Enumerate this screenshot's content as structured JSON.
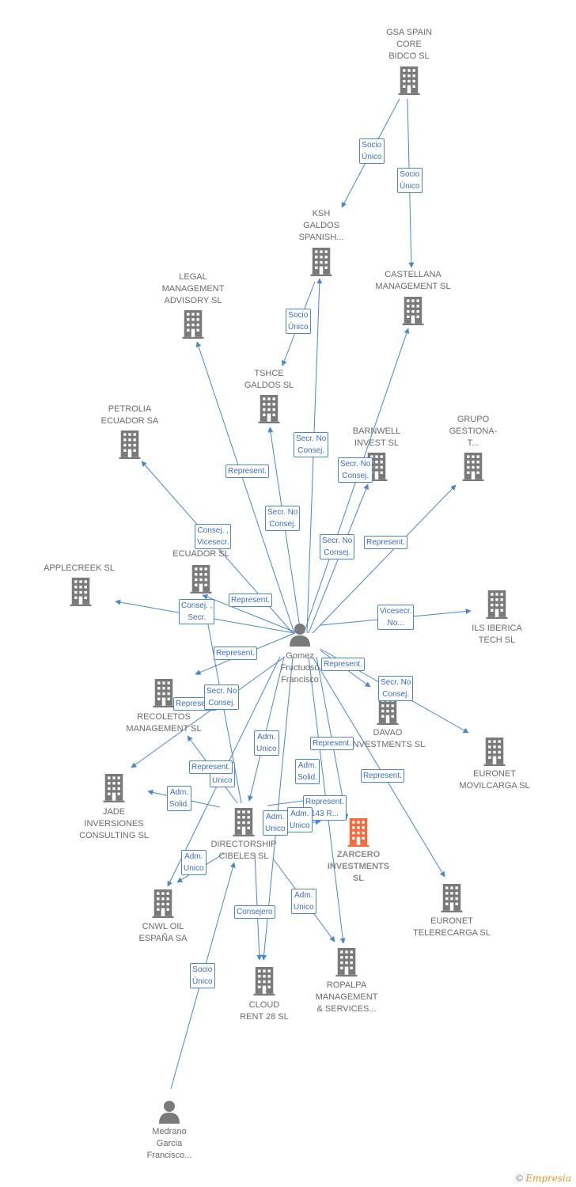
{
  "nodes": {
    "gsa": {
      "label": "GSA SPAIN\nCORE\nBIDCO  SL",
      "kind": "company"
    },
    "ksh": {
      "label": "KSH\nGALDOS\nSPANISH...",
      "kind": "company"
    },
    "castellana": {
      "label": "CASTELLANA\nMANAGEMENT SL",
      "kind": "company"
    },
    "legal": {
      "label": "LEGAL\nMANAGEMENT\nADVISORY  SL",
      "kind": "company"
    },
    "tshce": {
      "label": "TSHCE\nGALDOS  SL",
      "kind": "company"
    },
    "petrolia": {
      "label": "PETROLIA\nECUADOR SA",
      "kind": "company"
    },
    "barnwell": {
      "label": "BARNWELL\nINVEST  SL",
      "kind": "company"
    },
    "grupo": {
      "label": "GRUPO\nGESTIONA-\nT...",
      "kind": "company"
    },
    "ecuador": {
      "label": "ECUADOR  SL",
      "kind": "company"
    },
    "applecreek": {
      "label": "APPLECREEK SL",
      "kind": "company"
    },
    "ils": {
      "label": "ILS IBERICA\nTECH  SL",
      "kind": "company"
    },
    "gomez": {
      "label": "Gomez\nFructuoso\nFrancisco",
      "kind": "person"
    },
    "recoletos": {
      "label": "RECOLETOS\nMANAGEMENT SL",
      "kind": "company"
    },
    "davao": {
      "label": "DAVAO\nINVESTMENTS SL",
      "kind": "company"
    },
    "euronet_movil": {
      "label": "EURONET\nMOVILCARGA SL",
      "kind": "company"
    },
    "jade": {
      "label": "JADE\nINVERSIONES\nCONSULTING SL",
      "kind": "company"
    },
    "directorship": {
      "label": "DIRECTORSHIP\nCIBELES SL",
      "kind": "company"
    },
    "zarcero": {
      "label": "ZARCERO\nINVESTMENTS\nSL",
      "kind": "focus"
    },
    "euronet_tele": {
      "label": "EURONET\nTELERECARGA SL",
      "kind": "company"
    },
    "cnwl": {
      "label": "CNWL OIL\nESPAÑA SA",
      "kind": "company"
    },
    "cloud": {
      "label": "CLOUD\nRENT 28  SL",
      "kind": "company"
    },
    "ropalpa": {
      "label": "ROPALPA\nMANAGEMENT\n& SERVICES...",
      "kind": "company"
    },
    "medrano": {
      "label": "Medrano\nGarcia\nFrancisco...",
      "kind": "person"
    }
  },
  "edges": [
    {
      "from": "gsa",
      "to": "ksh",
      "label": "Socio\nÚnico"
    },
    {
      "from": "gsa",
      "to": "castellana",
      "label": "Socio\nÚnico"
    },
    {
      "from": "ksh",
      "to": "tshce",
      "label": "Socio\nÚnico"
    },
    {
      "from": "gomez",
      "to": "ksh",
      "label": "Secr.  No\nConsej."
    },
    {
      "from": "gomez",
      "to": "legal",
      "label": "Represent."
    },
    {
      "from": "gomez",
      "to": "tshce",
      "label": "Secr.  No\nConsej."
    },
    {
      "from": "gomez",
      "to": "barnwell",
      "label": "Secr.  No\nConsej."
    },
    {
      "from": "gomez",
      "to": "castellana",
      "label": "Secr.  No\nConsej."
    },
    {
      "from": "gomez",
      "to": "grupo",
      "label": "Represent."
    },
    {
      "from": "gomez",
      "to": "petrolia",
      "label": "Consej. ,\nVicesecr."
    },
    {
      "from": "gomez",
      "to": "ecuador",
      "label": "Represent."
    },
    {
      "from": "gomez",
      "to": "applecreek",
      "label": "Consej. ,\nSecr."
    },
    {
      "from": "gomez",
      "to": "ils",
      "label": "Vicesecr.\nNo..."
    },
    {
      "from": "gomez",
      "to": "recoletos",
      "label": "Represent."
    },
    {
      "from": "gomez",
      "to": "davao",
      "label": "Represent."
    },
    {
      "from": "gomez",
      "to": "euronet_movil",
      "label": "Secr.  No\nConsej."
    },
    {
      "from": "gomez",
      "to": "jade",
      "label": "Represent."
    },
    {
      "from": "gomez",
      "to": "directorship",
      "label": "Adm.\nUnico"
    },
    {
      "from": "gomez",
      "to": "zarcero",
      "label": "Represent."
    },
    {
      "from": "gomez",
      "to": "euronet_tele",
      "label": "Secr.  No\nConsej."
    },
    {
      "from": "gomez",
      "to": "cnwl",
      "label": "Adm.\nSolid."
    },
    {
      "from": "gomez",
      "to": "cloud",
      "label": "Adm.\nUnico"
    },
    {
      "from": "gomez",
      "to": "ropalpa",
      "label": "Represent."
    },
    {
      "from": "directorship",
      "to": "ecuador",
      "label": "Adm.\nSolid."
    },
    {
      "from": "directorship",
      "to": "recoletos",
      "label": "Represent."
    },
    {
      "from": "directorship",
      "to": "jade",
      "label": "Adm.\nUnico"
    },
    {
      "from": "directorship",
      "to": "cnwl",
      "label": "Consejero"
    },
    {
      "from": "directorship",
      "to": "cloud",
      "label": "Adm.\nUnico"
    },
    {
      "from": "directorship",
      "to": "ropalpa",
      "label": "Adm.\nUnico"
    },
    {
      "from": "directorship",
      "to": "zarcero",
      "label": "Represent.\n143 R..."
    },
    {
      "from": "directorship",
      "to": "zarcero",
      "label": "Adm.\nUnico"
    },
    {
      "from": "medrano",
      "to": "directorship",
      "label": "Socio\nÚnico"
    }
  ],
  "colors": {
    "node": "#7a7a7a",
    "focus": "#f26a3d",
    "edge": "#4a86d0",
    "text": "#6b6b6b"
  },
  "footer": {
    "symbol": "©",
    "brand": "Empresia"
  }
}
